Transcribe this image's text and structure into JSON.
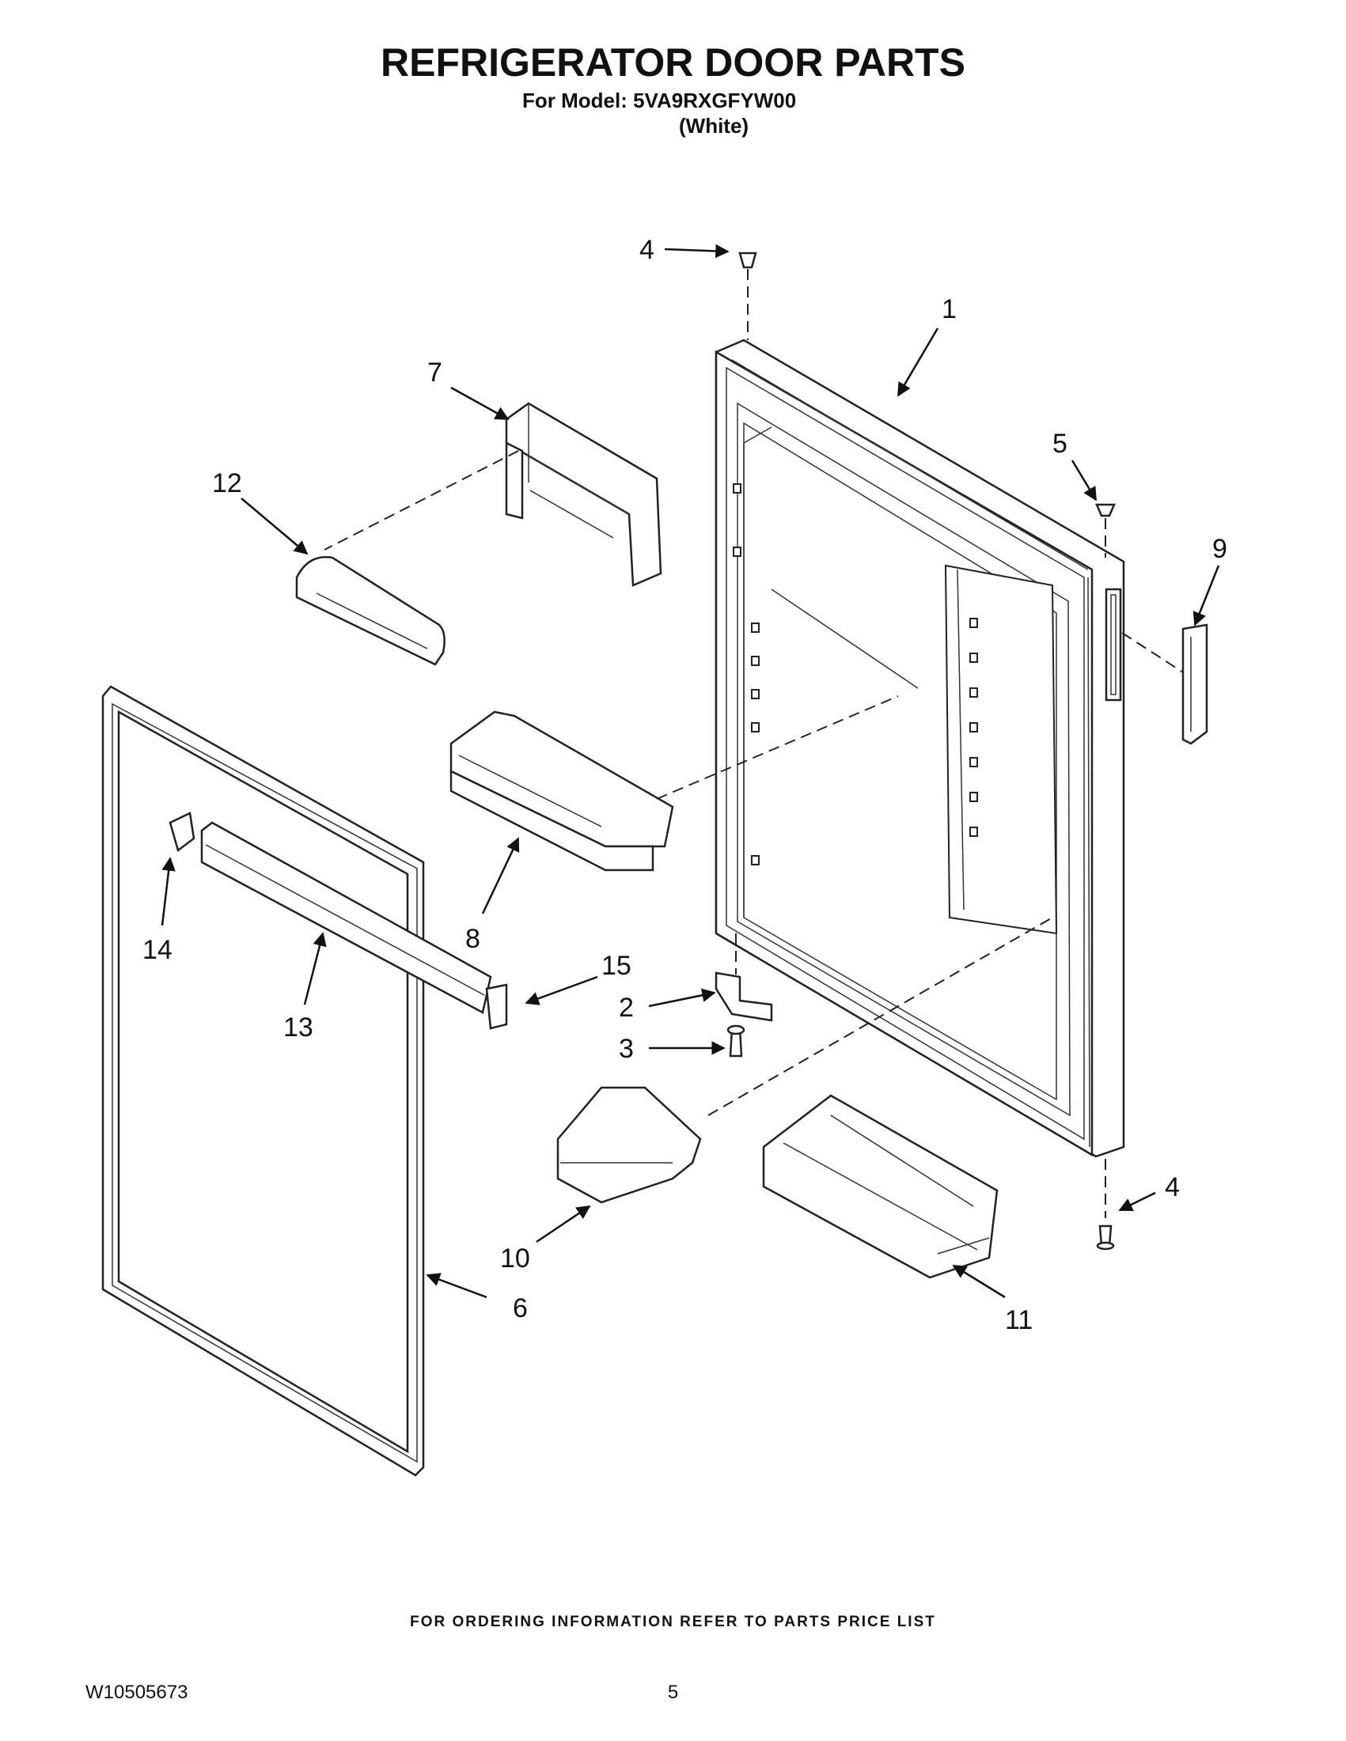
{
  "header": {
    "title": "REFRIGERATOR DOOR PARTS",
    "model_line": "For Model: 5VA9RXGFYW00",
    "color_line": "(White)"
  },
  "footer": {
    "ordering_note": "FOR ORDERING INFORMATION REFER TO PARTS PRICE LIST",
    "document_number": "W10505673",
    "page_number": "5"
  },
  "callouts": {
    "c1": "1",
    "c2": "2",
    "c3": "3",
    "c4a": "4",
    "c4b": "4",
    "c5": "5",
    "c6": "6",
    "c7": "7",
    "c8": "8",
    "c9": "9",
    "c10": "10",
    "c11": "11",
    "c12": "12",
    "c13": "13",
    "c14": "14",
    "c15": "15"
  },
  "colors": {
    "ink": "#111111",
    "background": "#ffffff"
  }
}
